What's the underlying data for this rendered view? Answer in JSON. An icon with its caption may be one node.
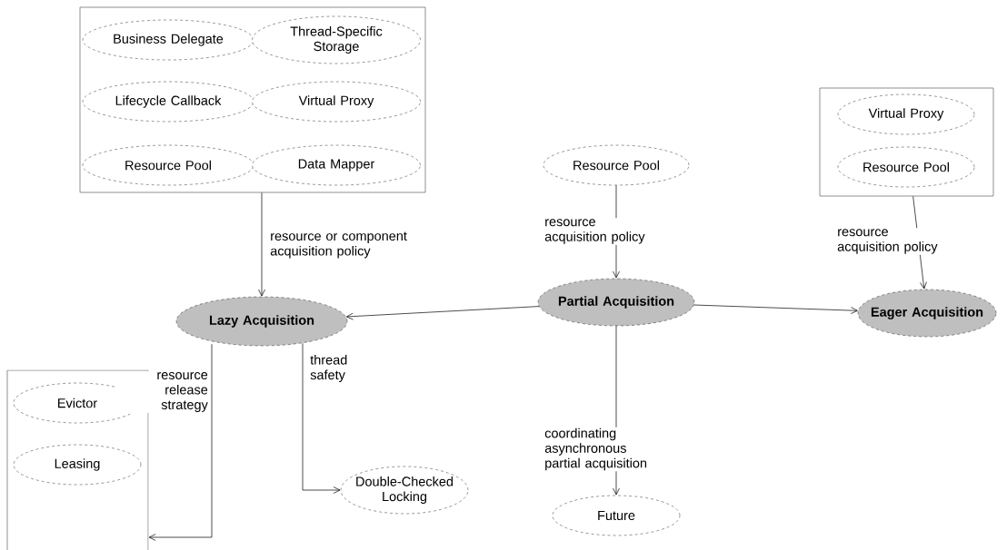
{
  "diagram": {
    "nodes": [
      {
        "text": [],
        "shape": "box"
      },
      {
        "text": [
          "Business Delegate"
        ],
        "in": 0
      },
      {
        "text": [
          "Thread-Specific Storage"
        ],
        "in": 0
      },
      {
        "text": [
          "Lifecycle Callback"
        ],
        "in": 0
      },
      {
        "text": [
          "Virtual Proxy"
        ],
        "in": 0
      },
      {
        "text": [
          "Resource Pool"
        ],
        "in": 0
      },
      {
        "text": [
          "Data Mapper"
        ],
        "in": 0
      },
      {
        "text": [
          "Resource Pool"
        ]
      },
      {
        "text": [],
        "shape": "box"
      },
      {
        "text": [
          "Virtual Proxy"
        ],
        "in": 8
      },
      {
        "text": [
          "Resource Pool"
        ],
        "in": 8
      },
      {
        "text": [
          "Lazy Acquisition"
        ]
      },
      {
        "text": [
          "Partial Acquisition"
        ]
      },
      {
        "text": [
          "Eager Acquisition"
        ]
      },
      {
        "text": [],
        "shape": "box"
      },
      {
        "text": [
          "Evictor"
        ],
        "in": 14
      },
      {
        "text": [
          "Leasing"
        ],
        "in": 14
      },
      {
        "text": [
          "Double-Checked Locking"
        ]
      },
      {
        "text": [
          "Future"
        ]
      }
    ],
    "edges": [
      {
        "from": 0,
        "to": 11,
        "arrow": "to",
        "label": "resource or component acquisition policy"
      },
      {
        "from": 7,
        "to": 12,
        "arrow": "to",
        "label": "resource acquisition policy"
      },
      {
        "from": 8,
        "to": 13,
        "arrow": "to",
        "label": "resource acquisition policy"
      },
      {
        "from": 12,
        "to": 11,
        "arrow": "to"
      },
      {
        "from": 12,
        "to": 13,
        "arrow": "to"
      },
      {
        "from": 12,
        "to": 18,
        "arrow": "to",
        "label": "coordinating asynchronous partial acquisition"
      },
      {
        "from": 11,
        "to": 14,
        "arrow": "to",
        "label": "resource release strategy"
      },
      {
        "from": 11,
        "to": 17,
        "arrow": "to",
        "label": "thread safety"
      }
    ]
  }
}
